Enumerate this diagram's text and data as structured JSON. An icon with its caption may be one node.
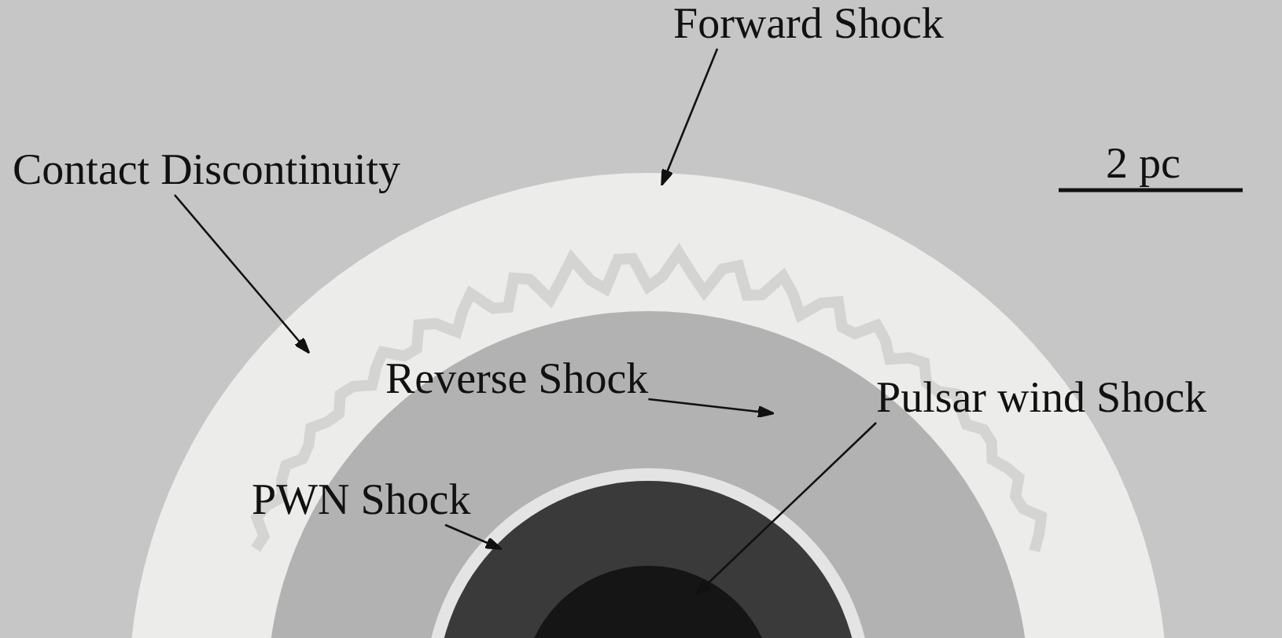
{
  "diagram": {
    "nodes": [
      {
        "text": [
          "Forward Shock"
        ]
      },
      {
        "text": [
          "Contact Discontinuity"
        ]
      },
      {
        "text": [
          "Reverse Shock"
        ]
      },
      {
        "text": [
          "Pulsar wind Shock"
        ]
      },
      {
        "text": [
          "PWN Shock"
        ]
      }
    ],
    "edges": [
      {
        "from": 0,
        "to": null,
        "arrow": "to"
      },
      {
        "from": 1,
        "to": null,
        "arrow": "to"
      },
      {
        "from": 2,
        "to": null,
        "arrow": "to"
      },
      {
        "from": 3,
        "to": null,
        "arrow": "to"
      },
      {
        "from": 4,
        "to": null,
        "arrow": "to"
      }
    ],
    "labels": [
      "2 pc"
    ]
  }
}
